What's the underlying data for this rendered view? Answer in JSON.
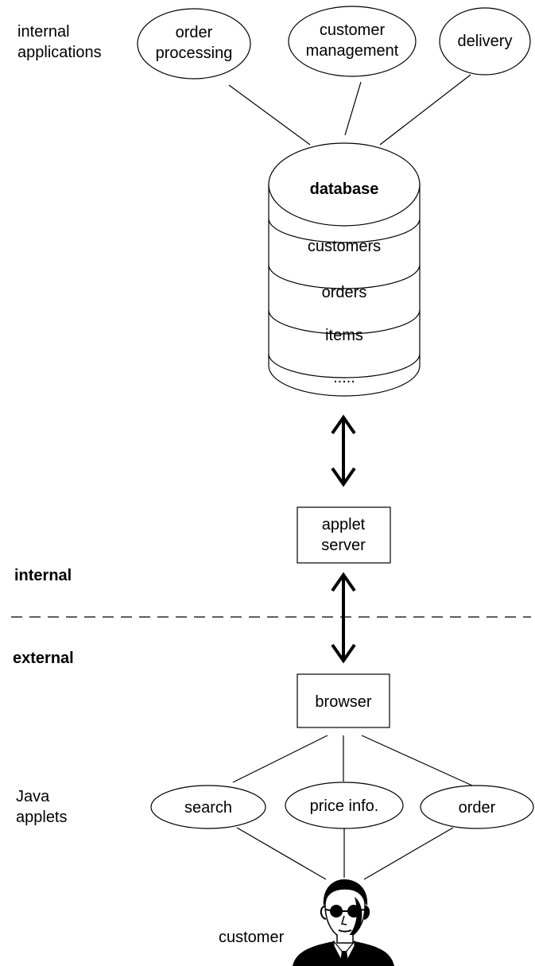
{
  "groups": {
    "internal_applications": [
      "internal",
      "applications"
    ],
    "java_applets": [
      "Java",
      "applets"
    ]
  },
  "zones": {
    "internal": "internal",
    "external": "external"
  },
  "apps": {
    "order_processing": [
      "order",
      "processing"
    ],
    "customer_management": [
      "customer",
      "management"
    ],
    "delivery": "delivery"
  },
  "database": {
    "title": "database",
    "tables": [
      "customers",
      "orders",
      "items",
      "....."
    ]
  },
  "applet_server": [
    "applet",
    "server"
  ],
  "browser": "browser",
  "applets": {
    "search": "search",
    "price_info": "price info.",
    "order": "order"
  },
  "actor": "customer",
  "colors": {
    "stroke": "#000000",
    "fill": "#ffffff"
  }
}
